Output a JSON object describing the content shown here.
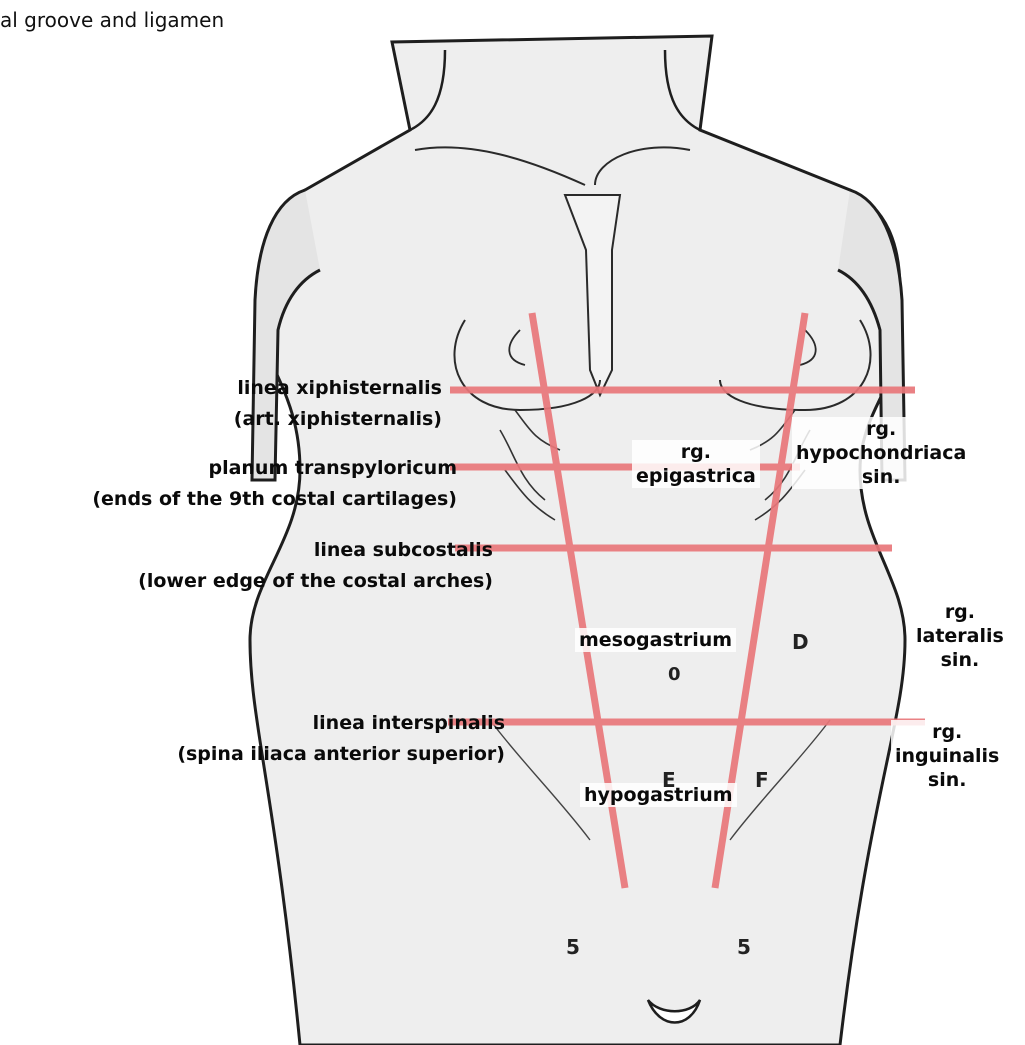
{
  "header_fragment": "al groove and ligamen",
  "lines": [
    {
      "name": "linea xiphisternalis",
      "note": "(art. xiphisternalis)"
    },
    {
      "name": "planum transpyloricum",
      "note": "(ends of the 9th costal cartilages)"
    },
    {
      "name": "linea subcostalis",
      "note": "(lower edge of the costal arches)"
    },
    {
      "name": "linea interspinalis",
      "note": "(spina iliaca anterior superior)"
    }
  ],
  "regions": {
    "epigastrica": [
      "rg.",
      "epigastrica"
    ],
    "hypochondriaca": [
      "rg.",
      "hypochondriaca",
      "sin."
    ],
    "mesogastrium": [
      "mesogastrium"
    ],
    "lateralis": [
      "rg.",
      "lateralis",
      "sin."
    ],
    "inguinalis": [
      "rg.",
      "inguinalis",
      "sin."
    ],
    "hypogastrium": [
      "hypogastrium"
    ]
  },
  "letters": {
    "d": "D",
    "e": "E",
    "f": "F",
    "zero": "0",
    "five_left": "5",
    "five_right": "5"
  },
  "colors": {
    "guide_line": "#e9777a",
    "outline": "#1e1e1e",
    "body_fill": "#eeeeee"
  }
}
